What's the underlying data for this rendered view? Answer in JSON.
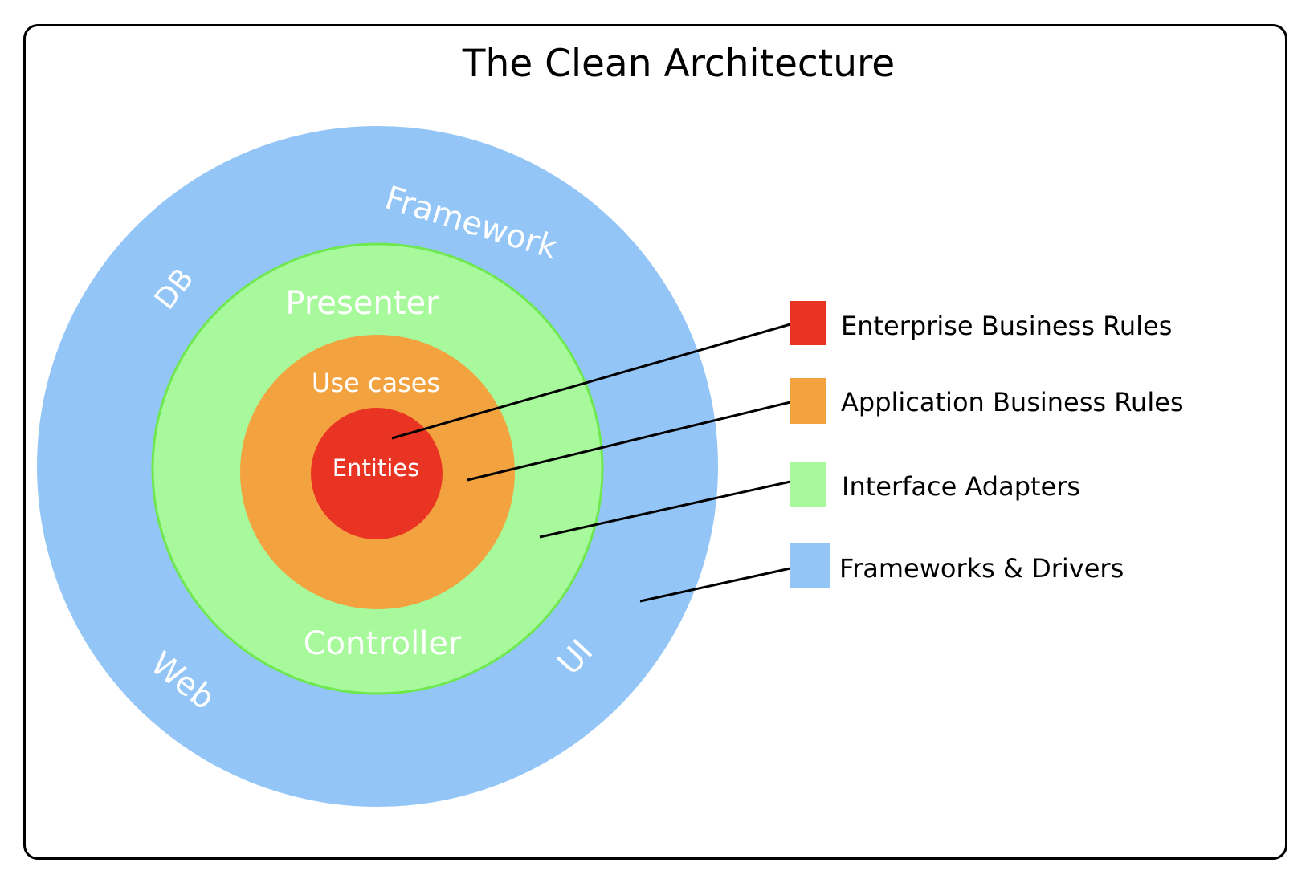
{
  "title": "The Clean Architecture",
  "colors": {
    "frameworks": "#93c6f7",
    "adapters": "#a7f99b",
    "adapters_border": "#6ee84e",
    "usecases": "#f2a23f",
    "entities": "#e93424",
    "line": "#000000"
  },
  "rings": {
    "outer": {
      "labels": [
        "Framework",
        "DB",
        "Web",
        "UI"
      ]
    },
    "adapters": {
      "labels": [
        "Presenter",
        "Controller"
      ]
    },
    "usecases": {
      "label": "Use cases"
    },
    "entities": {
      "label": "Entities"
    }
  },
  "legend": [
    {
      "label": "Enterprise Business Rules",
      "color": "#e93424"
    },
    {
      "label": "Application Business Rules",
      "color": "#f2a23f"
    },
    {
      "label": "Interface Adapters",
      "color": "#a7f99b"
    },
    {
      "label": "Frameworks & Drivers",
      "color": "#93c6f7"
    }
  ]
}
